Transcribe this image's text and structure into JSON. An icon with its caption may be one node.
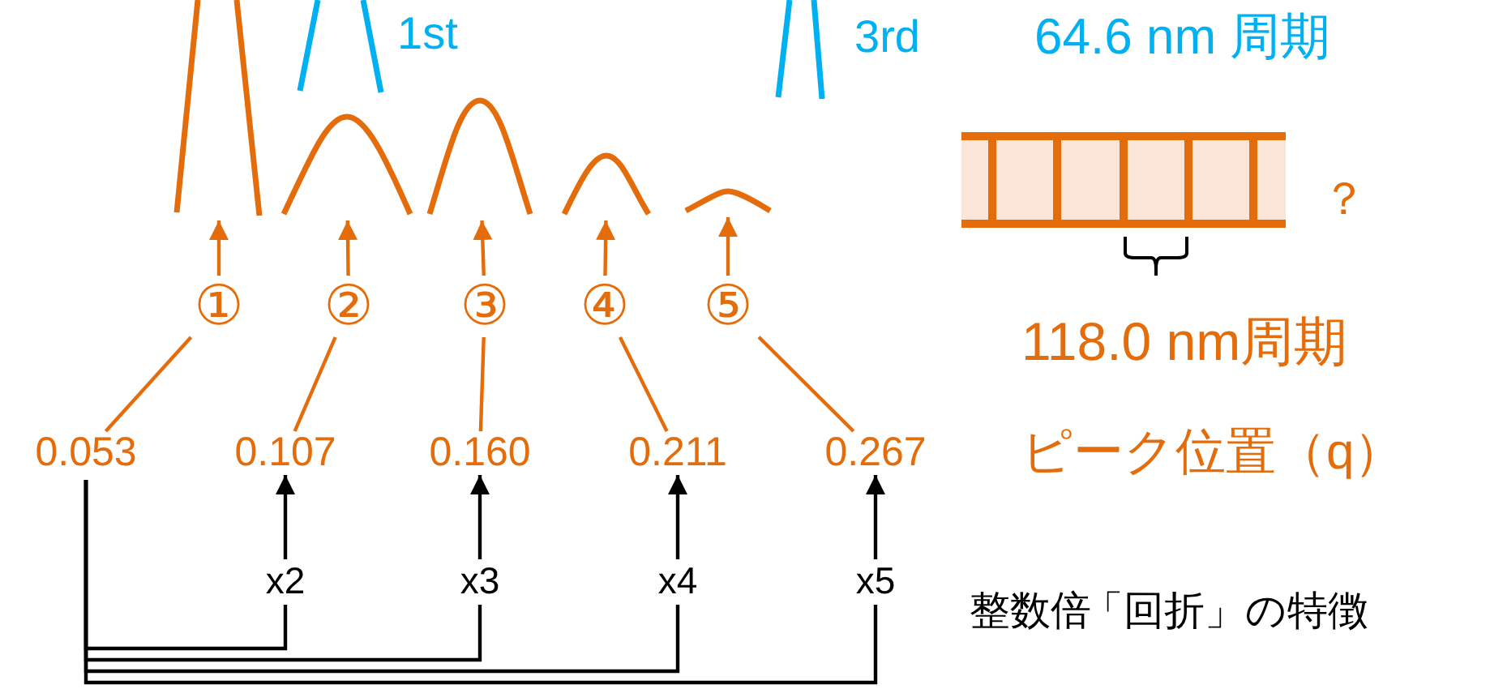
{
  "diagram": {
    "nodes": [
      {
        "text": [],
        "shape": "curve"
      },
      {
        "text": [],
        "shape": "curve"
      },
      {
        "text": [],
        "shape": "curve"
      },
      {
        "text": [],
        "shape": "curve"
      },
      {
        "text": [],
        "shape": "curve"
      },
      {
        "text": [
          "①"
        ]
      },
      {
        "text": [
          "②"
        ]
      },
      {
        "text": [
          "③"
        ]
      },
      {
        "text": [
          "④"
        ]
      },
      {
        "text": [
          "⑤"
        ]
      },
      {
        "text": [
          "0.053"
        ]
      },
      {
        "text": [
          "0.107"
        ]
      },
      {
        "text": [
          "0.160"
        ]
      },
      {
        "text": [
          "0.211"
        ]
      },
      {
        "text": [
          "0.267"
        ]
      },
      {
        "text": [
          "x2"
        ]
      },
      {
        "text": [
          "x3"
        ]
      },
      {
        "text": [
          "x4"
        ]
      },
      {
        "text": [
          "x5"
        ]
      }
    ],
    "edges": [
      {
        "from": 5,
        "to": 0,
        "arrow": "to"
      },
      {
        "from": 6,
        "to": 1,
        "arrow": "to"
      },
      {
        "from": 7,
        "to": 2,
        "arrow": "to"
      },
      {
        "from": 8,
        "to": 3,
        "arrow": "to"
      },
      {
        "from": 9,
        "to": 4,
        "arrow": "to"
      },
      {
        "from": 5,
        "to": 10,
        "arrow": "none"
      },
      {
        "from": 6,
        "to": 11,
        "arrow": "none"
      },
      {
        "from": 7,
        "to": 12,
        "arrow": "none"
      },
      {
        "from": 8,
        "to": 13,
        "arrow": "none"
      },
      {
        "from": 9,
        "to": 14,
        "arrow": "none"
      },
      {
        "from": 15,
        "to": 11,
        "arrow": "to",
        "color": "#000000"
      },
      {
        "from": 16,
        "to": 12,
        "arrow": "to",
        "color": "#000000"
      },
      {
        "from": 17,
        "to": 13,
        "arrow": "to",
        "color": "#000000"
      },
      {
        "from": 18,
        "to": 14,
        "arrow": "to",
        "color": "#000000"
      },
      {
        "from": 10,
        "to": 15,
        "arrow": "none",
        "color": "#000000"
      },
      {
        "from": 10,
        "to": 16,
        "arrow": "none",
        "color": "#000000"
      },
      {
        "from": 10,
        "to": 17,
        "arrow": "none",
        "color": "#000000"
      },
      {
        "from": 10,
        "to": 18,
        "arrow": "none",
        "color": "#000000"
      }
    ],
    "labels": [
      "1st",
      "3rd",
      "64.6 nm 周期",
      "？",
      "118.0 nm周期",
      "ピーク位置（q）",
      "整数倍",
      "「回折」の特徴"
    ]
  }
}
